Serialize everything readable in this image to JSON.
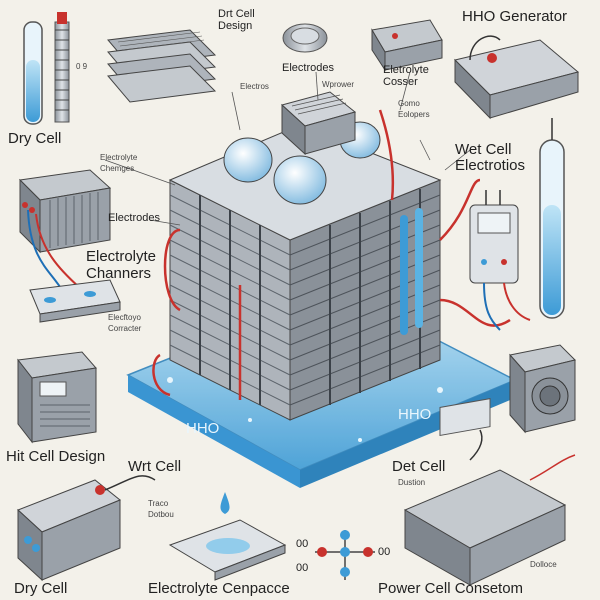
{
  "labels": {
    "dry_cell_top": "Dry Cell",
    "drt_cell_design": "Drt Cell\nDesign",
    "hho_generator": "HHO Generator",
    "electrodes_top": "Electrodes",
    "electros": "Electros",
    "wprower": "Wprower",
    "electrolyte_cosser": "Eletrolyte\nCosser",
    "gomo_eolopers": "Gomo\nEolopers",
    "wet_cell_electrotios": "Wet Cell\nElectrotios",
    "electrolyte_chemges": "Electrolyte\nChemges",
    "electrodes_left": "Electrodes",
    "electrolyte_channers": "Electrolyte\nChanners",
    "electrolyte_connecter": "Elecftoyo\nCorracter",
    "hho_left": "HHO",
    "hho_right": "HHO",
    "hit_cell_design": "Hit Cell Design",
    "wrt_cell": "Wrt Cell",
    "trace_dotbou": "Traco\nDotbou",
    "det_cell": "Det Cell",
    "dustion": "Dustion",
    "dolloce": "Dolloce",
    "dry_cell_bottom": "Dry Cell",
    "electrolyte_cenpacce": "Electrolyte Cenpacce",
    "power_cell_consetom": "Power Cell Consetom",
    "oo_left_1": "00",
    "oo_left_2": "00",
    "oo_right": "00",
    "gauge_text": "0 9"
  },
  "colors": {
    "background": "#f3f1ea",
    "water": "#5ab3e3",
    "wire_red": "#c8322d",
    "metal": "#b9bfc6",
    "metal_dark": "#6c737b"
  }
}
